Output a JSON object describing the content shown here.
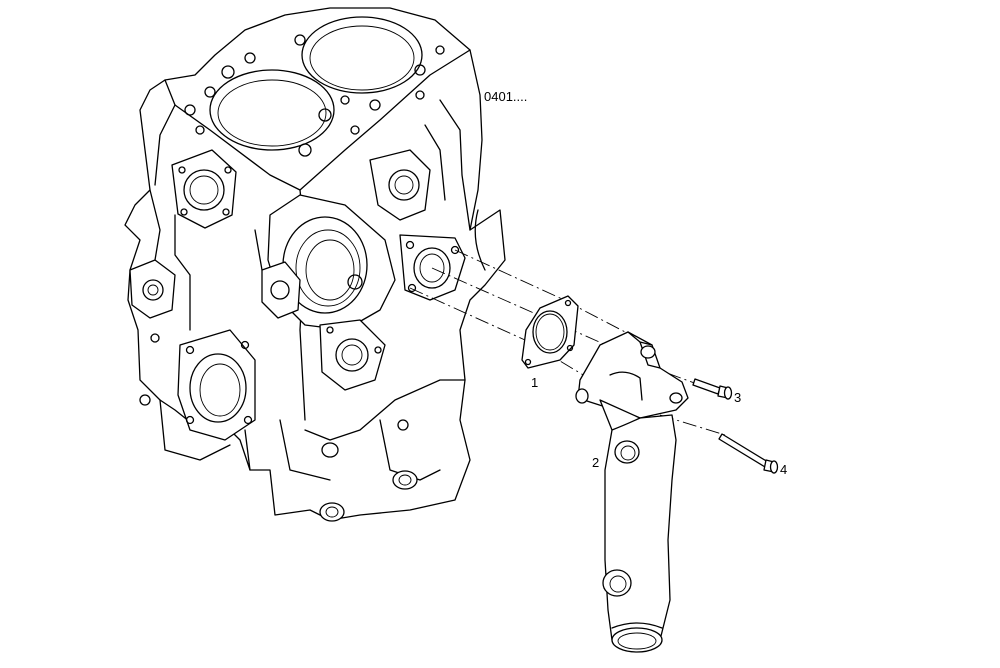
{
  "reference_code": "0401....",
  "callouts": [
    {
      "number": "1",
      "part": "gasket"
    },
    {
      "number": "2",
      "part": "water-pipe"
    },
    {
      "number": "3",
      "part": "short-bolt"
    },
    {
      "number": "4",
      "part": "long-bolt"
    }
  ]
}
